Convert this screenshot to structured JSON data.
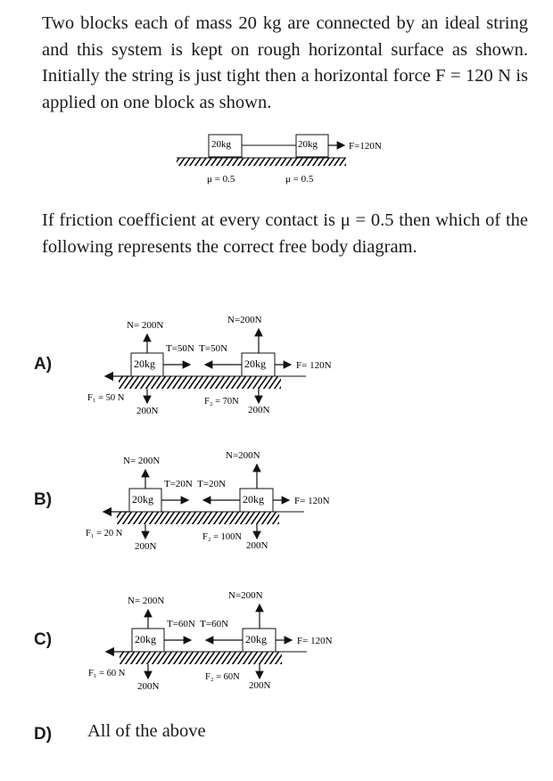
{
  "question": {
    "paragraph1": "Two blocks each of mass 20 kg are connected by an ideal string and this system is kept on rough horizontal surface as shown. Initially the string is just tight then a horizontal force F = 120 N is applied on one block as shown.",
    "paragraph2": "If friction coefficient at every contact is μ = 0.5 then which of the following represents the correct free body diagram."
  },
  "setup_figure": {
    "block_left": "20kg",
    "block_right": "20kg",
    "force": "F=120N",
    "mu_left": "μ = 0.5",
    "mu_right": "μ = 0.5"
  },
  "options": [
    {
      "label": "A)",
      "block_left": "20kg",
      "block_right": "20kg",
      "normal_left": "N= 200N",
      "normal_right": "N=200N",
      "tension": "T=50N  T=50N",
      "force": "F= 120N",
      "friction_left": "F₁ = 50 N",
      "friction_right": "F₂ = 70N",
      "weight_left": "200N",
      "weight_right": "200N"
    },
    {
      "label": "B)",
      "block_left": "20kg",
      "block_right": "20kg",
      "normal_left": "N= 200N",
      "normal_right": "N=200N",
      "tension": "T=20N  T=20N",
      "force": "F= 120N",
      "friction_left": "F₁ = 20 N",
      "friction_right": "F₂ = 100N",
      "weight_left": "200N",
      "weight_right": "200N"
    },
    {
      "label": "C)",
      "block_left": "20kg",
      "block_right": "20kg",
      "normal_left": "N= 200N",
      "normal_right": "N=200N",
      "tension": "T=60N  T=60N",
      "force": "F= 120N",
      "friction_left": "F₁ = 60 N",
      "friction_right": "F₂ = 60N",
      "weight_left": "200N",
      "weight_right": "200N"
    },
    {
      "label": "D)",
      "text": "All of the above"
    }
  ]
}
